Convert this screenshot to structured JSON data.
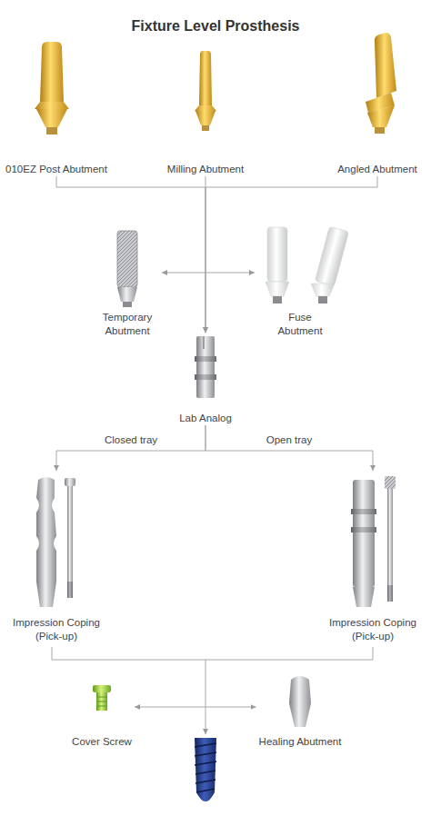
{
  "diagram": {
    "title": "Fixture Level Prosthesis",
    "nodes": [
      {
        "text": [
          "010EZ Post Abutment"
        ]
      },
      {
        "text": [
          "Milling Abutment"
        ]
      },
      {
        "text": [
          "Angled Abutment"
        ]
      },
      {
        "text": [
          "Temporary Abutment"
        ]
      },
      {
        "text": [
          "Fuse Abutment"
        ]
      },
      {
        "text": [
          "Lab Analog"
        ]
      },
      {
        "text": [
          "Impression Coping (Pick-up)"
        ]
      },
      {
        "text": [
          "Impression Coping (Pick-up)"
        ]
      },
      {
        "text": [
          "Cover Screw"
        ]
      },
      {
        "text": [
          "Healing Abutment"
        ]
      }
    ],
    "edges": [
      {
        "from": 0,
        "to": 5,
        "arrow": "to"
      },
      {
        "from": 1,
        "to": 5,
        "arrow": "to"
      },
      {
        "from": 2,
        "to": 5,
        "arrow": "to"
      },
      {
        "from": 3,
        "to": 4,
        "arrow": "both"
      },
      {
        "from": 5,
        "to": 6,
        "label": "Closed tray",
        "arrow": "to"
      },
      {
        "from": 5,
        "to": 7,
        "label": "Open tray",
        "arrow": "to"
      },
      {
        "from": 8,
        "to": 9,
        "arrow": "both"
      }
    ]
  }
}
